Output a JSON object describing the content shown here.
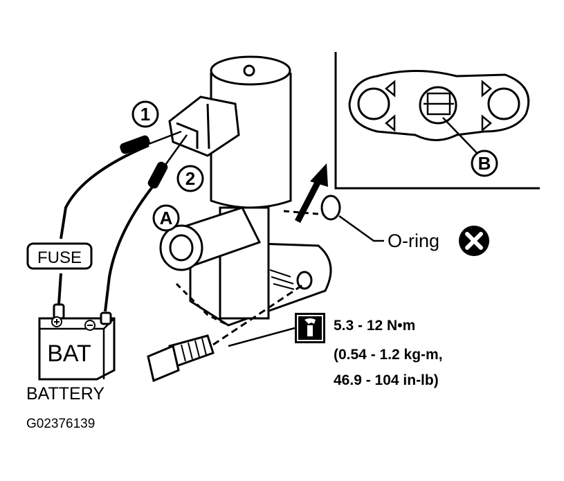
{
  "callouts": {
    "one": "1",
    "two": "2",
    "a": "A",
    "b": "B"
  },
  "fuse_label": "FUSE",
  "battery_label": "BAT",
  "battery_caption": "BATTERY",
  "oring_label": "O-ring",
  "torque": {
    "line1": "5.3 - 12 N•m",
    "line2": "(0.54 - 1.2 kg-m,",
    "line3": "46.9 - 104 in-lb)"
  },
  "figure_code": "G02376139",
  "icons": [
    "torque-wrench-icon",
    "do-not-reuse-icon"
  ]
}
